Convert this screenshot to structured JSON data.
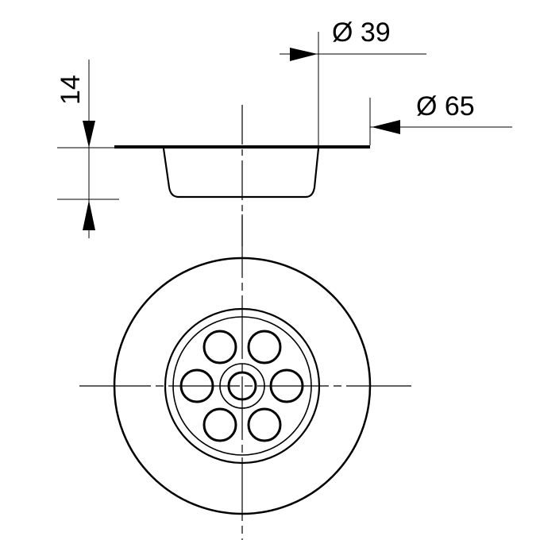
{
  "drawing": {
    "dimensions": {
      "height": "14",
      "inner_diameter": "Ø 39",
      "outer_diameter": "Ø 65"
    },
    "colors": {
      "line": "#000000",
      "background": "#ffffff"
    }
  }
}
